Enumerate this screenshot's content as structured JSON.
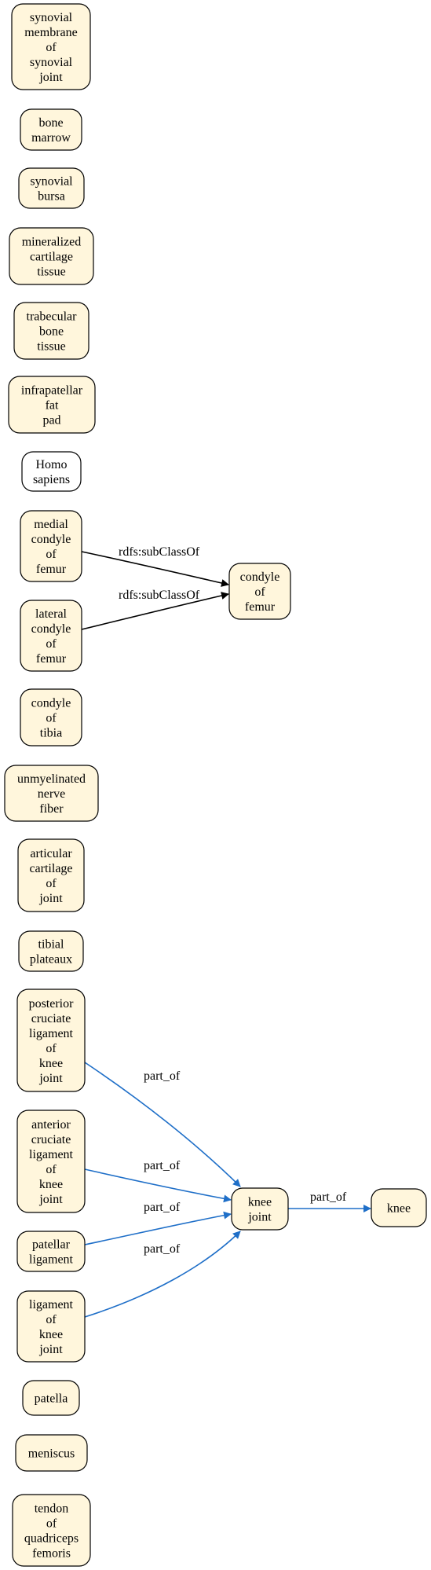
{
  "colors": {
    "node_fill": "#fff6dc",
    "node_fill_plain": "#ffffff",
    "node_stroke": "#000000",
    "subclass_edge": "#000000",
    "part_of_edge": "#1f6fc8"
  },
  "nodes": [
    {
      "id": "synovial_membrane",
      "lines": [
        "synovial",
        "membrane",
        "of",
        "synovial",
        "joint"
      ],
      "filled": true
    },
    {
      "id": "bone_marrow",
      "lines": [
        "bone",
        "marrow"
      ],
      "filled": true
    },
    {
      "id": "synovial_bursa",
      "lines": [
        "synovial",
        "bursa"
      ],
      "filled": true
    },
    {
      "id": "mineralized_cartilage",
      "lines": [
        "mineralized",
        "cartilage",
        "tissue"
      ],
      "filled": true
    },
    {
      "id": "trabecular_bone",
      "lines": [
        "trabecular",
        "bone",
        "tissue"
      ],
      "filled": true
    },
    {
      "id": "infrapatellar_fat_pad",
      "lines": [
        "infrapatellar",
        "fat",
        "pad"
      ],
      "filled": true
    },
    {
      "id": "homo_sapiens",
      "lines": [
        "Homo",
        "sapiens"
      ],
      "filled": false
    },
    {
      "id": "medial_condyle",
      "lines": [
        "medial",
        "condyle",
        "of",
        "femur"
      ],
      "filled": true
    },
    {
      "id": "lateral_condyle",
      "lines": [
        "lateral",
        "condyle",
        "of",
        "femur"
      ],
      "filled": true
    },
    {
      "id": "condyle_of_femur",
      "lines": [
        "condyle",
        "of",
        "femur"
      ],
      "filled": true
    },
    {
      "id": "condyle_of_tibia",
      "lines": [
        "condyle",
        "of",
        "tibia"
      ],
      "filled": true
    },
    {
      "id": "unmyelinated_nerve_fiber",
      "lines": [
        "unmyelinated",
        "nerve",
        "fiber"
      ],
      "filled": true
    },
    {
      "id": "articular_cartilage",
      "lines": [
        "articular",
        "cartilage",
        "of",
        "joint"
      ],
      "filled": true
    },
    {
      "id": "tibial_plateaux",
      "lines": [
        "tibial",
        "plateaux"
      ],
      "filled": true
    },
    {
      "id": "pcl",
      "lines": [
        "posterior",
        "cruciate",
        "ligament",
        "of",
        "knee",
        "joint"
      ],
      "filled": true
    },
    {
      "id": "acl",
      "lines": [
        "anterior",
        "cruciate",
        "ligament",
        "of",
        "knee",
        "joint"
      ],
      "filled": true
    },
    {
      "id": "patellar_ligament",
      "lines": [
        "patellar",
        "ligament"
      ],
      "filled": true
    },
    {
      "id": "ligament_of_knee_joint",
      "lines": [
        "ligament",
        "of",
        "knee",
        "joint"
      ],
      "filled": true
    },
    {
      "id": "knee_joint",
      "lines": [
        "knee",
        "joint"
      ],
      "filled": true
    },
    {
      "id": "knee",
      "lines": [
        "knee"
      ],
      "filled": true
    },
    {
      "id": "patella",
      "lines": [
        "patella"
      ],
      "filled": true
    },
    {
      "id": "meniscus",
      "lines": [
        "meniscus"
      ],
      "filled": true
    },
    {
      "id": "tendon_quadriceps",
      "lines": [
        "tendon",
        "of",
        "quadriceps",
        "femoris"
      ],
      "filled": true
    }
  ],
  "edges": [
    {
      "id": "medial_subclass",
      "from": "medial_condyle",
      "to": "condyle_of_femur",
      "label": "rdfs:subClassOf",
      "kind": "subclass"
    },
    {
      "id": "lateral_subclass",
      "from": "lateral_condyle",
      "to": "condyle_of_femur",
      "label": "rdfs:subClassOf",
      "kind": "subclass"
    },
    {
      "id": "pcl_part_of",
      "from": "pcl",
      "to": "knee_joint",
      "label": "part_of",
      "kind": "part_of"
    },
    {
      "id": "acl_part_of",
      "from": "acl",
      "to": "knee_joint",
      "label": "part_of",
      "kind": "part_of"
    },
    {
      "id": "patellar_part_of",
      "from": "patellar_ligament",
      "to": "knee_joint",
      "label": "part_of",
      "kind": "part_of"
    },
    {
      "id": "ligament_part_of",
      "from": "ligament_of_knee_joint",
      "to": "knee_joint",
      "label": "part_of",
      "kind": "part_of"
    },
    {
      "id": "knee_joint_part_of",
      "from": "knee_joint",
      "to": "knee",
      "label": "part_of",
      "kind": "part_of"
    }
  ]
}
